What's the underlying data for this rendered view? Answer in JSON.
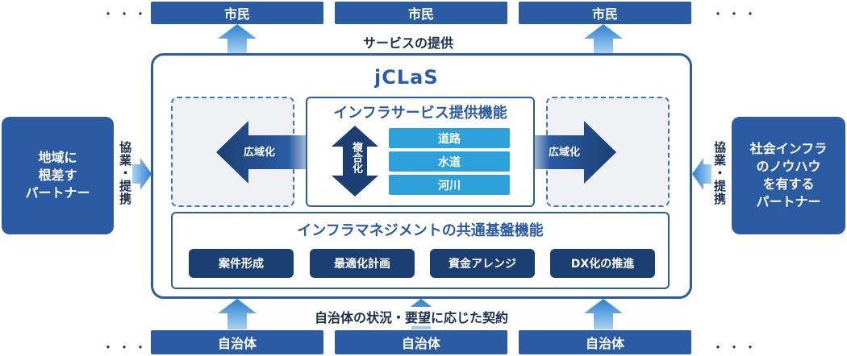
{
  "top": {
    "citizens": [
      "市民",
      "市民",
      "市民"
    ],
    "dots_left": "・・・",
    "dots_right": "・・・",
    "service_label": "サービスの提供"
  },
  "bottom": {
    "municipalities": [
      "自治体",
      "自治体",
      "自治体"
    ],
    "dots_left": "・・・",
    "dots_right": "・・・",
    "contract_label": "自治体の状況・要望に応じた契約"
  },
  "left_partner": {
    "lines": [
      "地域に",
      "根差す",
      "パートナー"
    ],
    "relation": "協業・提携"
  },
  "right_partner": {
    "lines": [
      "社会インフラ",
      "のノウハウ",
      "を有する",
      "パートナー"
    ],
    "relation": "協業・提携"
  },
  "center": {
    "logo": "jCLaS",
    "service_title": "インフラサービス提供機能",
    "compound_label": "複合化",
    "services": [
      "道路",
      "水道",
      "河川"
    ],
    "left_arrow_label": "広域化",
    "right_arrow_label": "広域化",
    "management_title": "インフラマネジメントの共通基盤機能",
    "functions": [
      "案件形成",
      "最適化計画",
      "資金アレンジ",
      "DX化の推進"
    ]
  },
  "colors": {
    "navy": "#2a5ba3",
    "dark_navy": "#1b3f73",
    "light_blue": "#2ea0da"
  }
}
